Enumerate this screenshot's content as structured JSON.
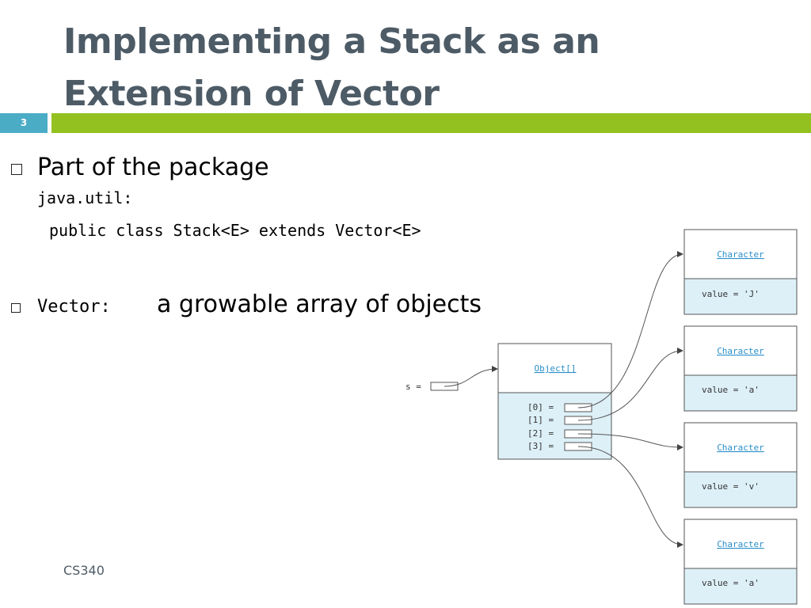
{
  "slide": {
    "title_line1": "Implementing a Stack as an",
    "title_line2": "Extension of Vector",
    "number": "3",
    "footer": "CS340"
  },
  "bullets": {
    "b1_text": "Part of the package",
    "b1_code": "java.util:",
    "b1_decl": "public class Stack<E> extends Vector<E>",
    "b2_code": "Vector:",
    "b2_text": "a growable array of objects"
  },
  "diagram": {
    "var_label": "s =",
    "array_label": "Object[]",
    "indices": [
      "[0] =",
      "[1] =",
      "[2] =",
      "[3] ="
    ],
    "node_label": "Character",
    "values": [
      "value = 'J'",
      "value = 'a'",
      "value = 'v'",
      "value = 'a'"
    ]
  },
  "colors": {
    "title": "#4d5b66",
    "accent_bar": "#93c11f",
    "number_box": "#4bacc6",
    "box_fill": "#ddf0f8",
    "link": "#2a8fc9"
  }
}
